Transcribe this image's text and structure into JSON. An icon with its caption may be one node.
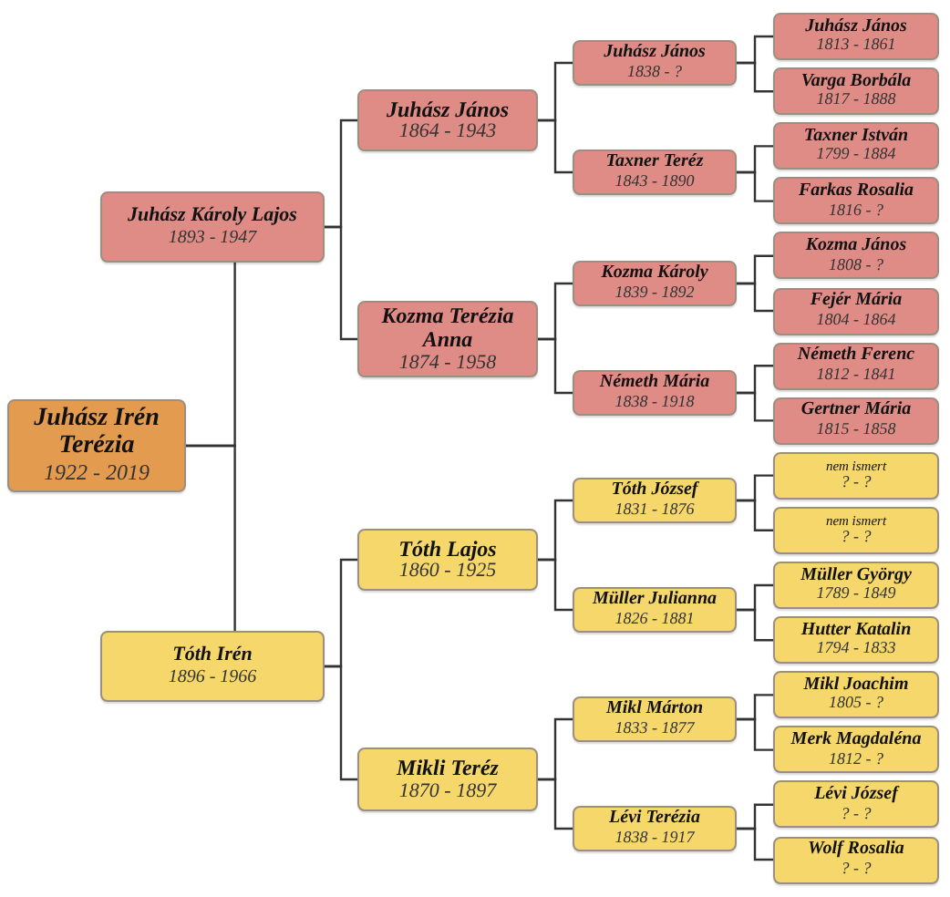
{
  "diagram": {
    "nodes": [
      {
        "text": [
          "Juhász Irén Terézia",
          "1922 - 2019"
        ]
      },
      {
        "text": [
          "Juhász Károly Lajos",
          "1893 - 1947"
        ]
      },
      {
        "text": [
          "Juhász János",
          "1864 - 1943"
        ]
      },
      {
        "text": [
          "Juhász János",
          "1838 - ?"
        ]
      },
      {
        "text": [
          "Juhász János",
          "1813 - 1861"
        ]
      },
      {
        "text": [
          "Varga Borbála",
          "1817 - 1888"
        ]
      },
      {
        "text": [
          "Taxner Teréz",
          "1843 - 1890"
        ]
      },
      {
        "text": [
          "Taxner István",
          "1799 - 1884"
        ]
      },
      {
        "text": [
          "Farkas Rosalia",
          "1816 - ?"
        ]
      },
      {
        "text": [
          "Kozma Terézia Anna",
          "1874 - 1958"
        ]
      },
      {
        "text": [
          "Kozma Károly",
          "1839 - 1892"
        ]
      },
      {
        "text": [
          "Kozma János",
          "1808 - ?"
        ]
      },
      {
        "text": [
          "Fejér Mária",
          "1804 - 1864"
        ]
      },
      {
        "text": [
          "Németh Mária",
          "1838 - 1918"
        ]
      },
      {
        "text": [
          "Németh Ferenc",
          "1812 - 1841"
        ]
      },
      {
        "text": [
          "Gertner Mária",
          "1815 - 1858"
        ]
      },
      {
        "text": [
          "Tóth Irén",
          "1896 - 1966"
        ]
      },
      {
        "text": [
          "Tóth Lajos",
          "1860 - 1925"
        ]
      },
      {
        "text": [
          "Tóth József",
          "1831 - 1876"
        ]
      },
      {
        "text": [
          "nem ismert",
          "? - ?"
        ]
      },
      {
        "text": [
          "nem ismert",
          "? - ?"
        ]
      },
      {
        "text": [
          "Müller Julianna",
          "1826 - 1881"
        ]
      },
      {
        "text": [
          "Müller György",
          "1789 - 1849"
        ]
      },
      {
        "text": [
          "Hutter Katalin",
          "1794 - 1833"
        ]
      },
      {
        "text": [
          "Mikli Teréz",
          "1870 - 1897"
        ]
      },
      {
        "text": [
          "Mikl Márton",
          "1833 - 1877"
        ]
      },
      {
        "text": [
          "Mikl Joachim",
          "1805 - ?"
        ]
      },
      {
        "text": [
          "Merk Magdaléna",
          "1812 - ?"
        ]
      },
      {
        "text": [
          "Lévi Terézia",
          "1838 - 1917"
        ]
      },
      {
        "text": [
          "Lévi József",
          "? - ?"
        ]
      },
      {
        "text": [
          "Wolf Rosalia",
          "? - ?"
        ]
      }
    ],
    "edges": [
      {
        "from": 0,
        "to": 1,
        "arrow": "none"
      },
      {
        "from": 0,
        "to": 16,
        "arrow": "none"
      },
      {
        "from": 1,
        "to": 2,
        "arrow": "none"
      },
      {
        "from": 1,
        "to": 9,
        "arrow": "none"
      },
      {
        "from": 2,
        "to": 3,
        "arrow": "none"
      },
      {
        "from": 2,
        "to": 6,
        "arrow": "none"
      },
      {
        "from": 3,
        "to": 4,
        "arrow": "none"
      },
      {
        "from": 3,
        "to": 5,
        "arrow": "none"
      },
      {
        "from": 6,
        "to": 7,
        "arrow": "none"
      },
      {
        "from": 6,
        "to": 8,
        "arrow": "none"
      },
      {
        "from": 9,
        "to": 10,
        "arrow": "none"
      },
      {
        "from": 9,
        "to": 13,
        "arrow": "none"
      },
      {
        "from": 10,
        "to": 11,
        "arrow": "none"
      },
      {
        "from": 10,
        "to": 12,
        "arrow": "none"
      },
      {
        "from": 13,
        "to": 14,
        "arrow": "none"
      },
      {
        "from": 13,
        "to": 15,
        "arrow": "none"
      },
      {
        "from": 16,
        "to": 17,
        "arrow": "none"
      },
      {
        "from": 16,
        "to": 24,
        "arrow": "none"
      },
      {
        "from": 17,
        "to": 18,
        "arrow": "none"
      },
      {
        "from": 17,
        "to": 21,
        "arrow": "none"
      },
      {
        "from": 18,
        "to": 19,
        "arrow": "none"
      },
      {
        "from": 18,
        "to": 20,
        "arrow": "none"
      },
      {
        "from": 21,
        "to": 22,
        "arrow": "none"
      },
      {
        "from": 21,
        "to": 23,
        "arrow": "none"
      },
      {
        "from": 24,
        "to": 25,
        "arrow": "none"
      },
      {
        "from": 24,
        "to": 28,
        "arrow": "none"
      },
      {
        "from": 25,
        "to": 26,
        "arrow": "none"
      },
      {
        "from": 25,
        "to": 27,
        "arrow": "none"
      },
      {
        "from": 28,
        "to": 29,
        "arrow": "none"
      },
      {
        "from": 28,
        "to": 30,
        "arrow": "none"
      }
    ]
  }
}
